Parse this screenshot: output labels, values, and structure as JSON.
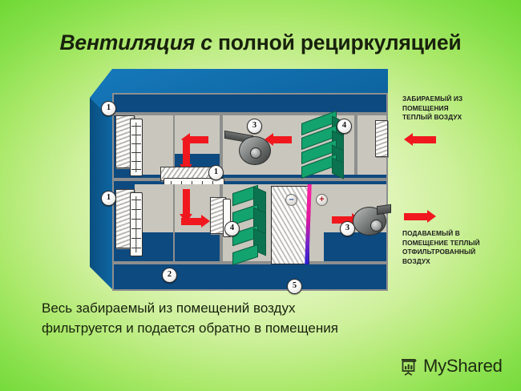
{
  "slide": {
    "title_italic": "Вентиляция с",
    "title_regular": " полной рециркуляцией",
    "caption": "Весь забираемый из помещений воздух фильтруется и подается обратно в помещения",
    "background_accent": "#6ad62f",
    "title_color": "#18210d"
  },
  "annotations": {
    "intake": {
      "lines": [
        "ЗАБИРАЕМЫЙ ИЗ",
        "ПОМЕЩЕНИЯ",
        "ТЕПЛЫЙ ВОЗДУХ"
      ],
      "arrow_direction": "left",
      "arrow_color": "#f0181e"
    },
    "supply": {
      "lines": [
        "ПОДАВАЕМЫЙ В",
        "ПОМЕЩЕНИЕ ТЕПЛЫЙ",
        "ОТФИЛЬТРОВАННЫЙ",
        "ВОЗДУХ"
      ],
      "arrow_direction": "right",
      "arrow_color": "#f0181e"
    }
  },
  "diagram": {
    "colors": {
      "box_top": "#0f6fae",
      "box_interior": "#0d4a80",
      "chamber": "#c9c6bd",
      "wall": "#8d8f8e",
      "filter_green": "#13a36f",
      "arrow_red": "#f0181e",
      "ion_strip": "#ff20a0"
    },
    "callouts": [
      {
        "id": "c1a",
        "label": "1"
      },
      {
        "id": "c1b",
        "label": "1"
      },
      {
        "id": "c1c",
        "label": "1"
      },
      {
        "id": "c2",
        "label": "2"
      },
      {
        "id": "c3a",
        "label": "3"
      },
      {
        "id": "c3b",
        "label": "3"
      },
      {
        "id": "c4a",
        "label": "4"
      },
      {
        "id": "c4b",
        "label": "4"
      },
      {
        "id": "c5",
        "label": "5"
      }
    ],
    "polarity": {
      "negative": "–",
      "positive": "+"
    }
  },
  "logo": {
    "text": "MyShared",
    "icon": "presentation-chart-icon"
  }
}
